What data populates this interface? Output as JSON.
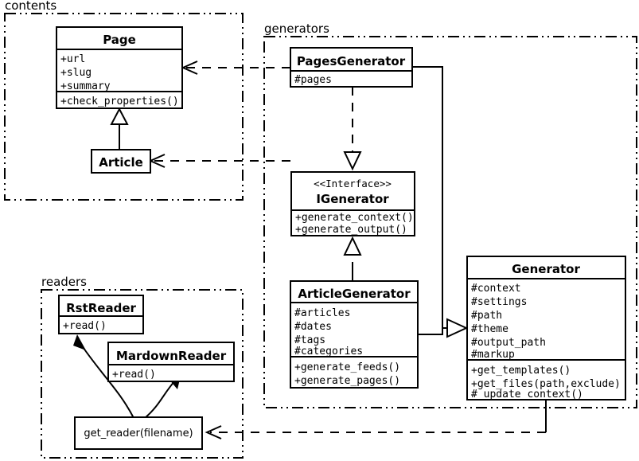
{
  "diagram": {
    "title": "UML class diagram",
    "background": "#ffffff",
    "line_color": "#000000"
  },
  "packages": [
    {
      "id": "contents",
      "label": "contents"
    },
    {
      "id": "generators",
      "label": "generators"
    },
    {
      "id": "readers",
      "label": "readers"
    }
  ],
  "classes": {
    "page": {
      "name": "Page",
      "attributes": [
        "+url",
        "+slug",
        "+summary"
      ],
      "methods": [
        "+check_properties()"
      ]
    },
    "article": {
      "name": "Article",
      "attributes": [],
      "methods": []
    },
    "pages_generator": {
      "name": "PagesGenerator",
      "attributes": [
        "#pages"
      ],
      "methods": []
    },
    "igenerator": {
      "stereotype": "<<Interface>>",
      "name": "IGenerator",
      "attributes": [],
      "methods": [
        "+generate_context()",
        "+generate_output()"
      ]
    },
    "article_generator": {
      "name": "ArticleGenerator",
      "attributes": [
        "#articles",
        "#dates",
        "#tags",
        "#categories"
      ],
      "methods": [
        "+generate_feeds()",
        "+generate_pages()"
      ]
    },
    "generator": {
      "name": "Generator",
      "attributes": [
        "#context",
        "#settings",
        "#path",
        "#theme",
        "#output_path",
        "#markup"
      ],
      "methods": [
        "+get_templates()",
        "+get_files(path,exclude)",
        "#_update_context()"
      ]
    },
    "rst_reader": {
      "name": "RstReader",
      "attributes": [],
      "methods": [
        "+read()"
      ]
    },
    "mardown_reader": {
      "name": "MardownReader",
      "attributes": [],
      "methods": [
        "+read()"
      ]
    },
    "get_reader": {
      "name": "get_reader(filename)"
    }
  },
  "relations": [
    {
      "id": "article-page",
      "type": "generalization",
      "from": "Article",
      "to": "Page"
    },
    {
      "id": "pagesgenerator-igenerator",
      "type": "realization",
      "from": "PagesGenerator",
      "to": "IGenerator"
    },
    {
      "id": "articlegenerator-igenerator",
      "type": "generalization",
      "from": "ArticleGenerator",
      "to": "IGenerator"
    },
    {
      "id": "pagesgenerator-generator",
      "type": "generalization",
      "from": "PagesGenerator",
      "to": "Generator"
    },
    {
      "id": "articlegenerator-generator",
      "type": "generalization",
      "from": "ArticleGenerator",
      "to": "Generator"
    },
    {
      "id": "pagesgenerator-page",
      "type": "dependency",
      "from": "PagesGenerator",
      "to": "Page"
    },
    {
      "id": "articlegenerator-article",
      "type": "dependency",
      "from": "ArticleGenerator",
      "to": "Article"
    },
    {
      "id": "generator-getreader",
      "type": "dependency",
      "from": "Generator",
      "to": "get_reader(filename)"
    }
  ]
}
